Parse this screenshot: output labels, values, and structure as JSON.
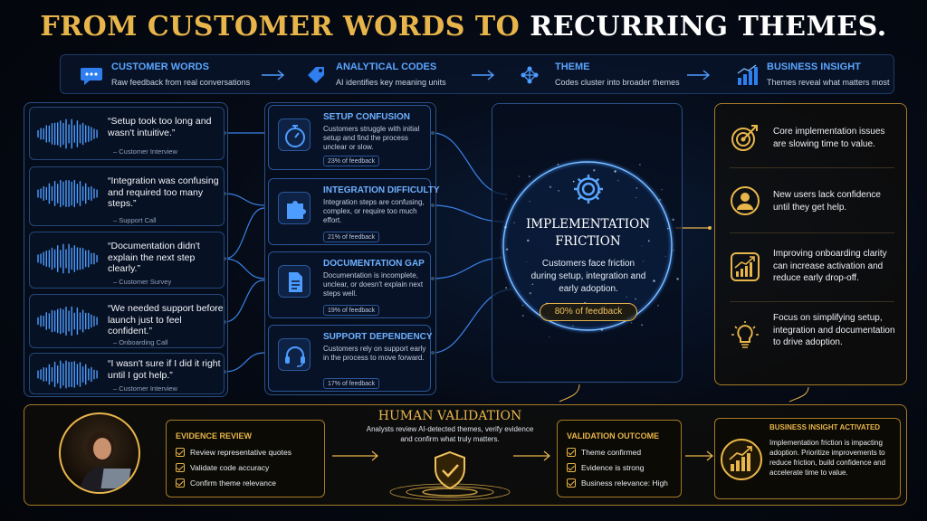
{
  "title": {
    "part1": "FROM CUSTOMER WORDS TO",
    "part2": "RECURRING THEMES."
  },
  "flow": [
    {
      "title": "CUSTOMER WORDS",
      "sub": "Raw feedback from real conversations",
      "icon": "chat-bubble-icon"
    },
    {
      "title": "ANALYTICAL CODES",
      "sub": "AI identifies key meaning units",
      "icon": "tag-icon"
    },
    {
      "title": "THEME",
      "sub": "Codes cluster into broader themes",
      "icon": "network-icon"
    },
    {
      "title": "BUSINESS INSIGHT",
      "sub": "Themes reveal what matters most",
      "icon": "bar-chart-icon"
    }
  ],
  "quotes": [
    {
      "text": "“Setup took too long and wasn't intuitive.”",
      "source": "– Customer Interview"
    },
    {
      "text": "“Integration was confusing and required too many steps.”",
      "source": "– Support Call"
    },
    {
      "text": "“Documentation didn't explain the next step clearly.”",
      "source": "– Customer Survey"
    },
    {
      "text": "“We needed support before launch just to feel confident.”",
      "source": "– Onboarding Call"
    },
    {
      "text": "“I wasn't sure if I did it right until I got help.”",
      "source": "– Customer Interview"
    }
  ],
  "codes": [
    {
      "title": "SETUP CONFUSION",
      "desc": "Customers struggle with initial setup and find the process unclear or slow.",
      "pct": "23% of feedback",
      "icon": "stopwatch-icon"
    },
    {
      "title": "INTEGRATION DIFFICULTY",
      "desc": "Integration steps are confusing, complex, or require too much effort.",
      "pct": "21% of feedback",
      "icon": "puzzle-icon"
    },
    {
      "title": "DOCUMENTATION GAP",
      "desc": "Documentation is incomplete, unclear, or doesn't explain next steps well.",
      "pct": "19% of feedback",
      "icon": "document-icon"
    },
    {
      "title": "SUPPORT DEPENDENCY",
      "desc": "Customers rely on support early in the process to move forward.",
      "pct": "17% of feedback",
      "icon": "headset-icon"
    }
  ],
  "theme": {
    "title_line1": "IMPLEMENTATION",
    "title_line2": "FRICTION",
    "desc": "Customers face friction during setup, integration and early adoption.",
    "pct": "80% of feedback",
    "icon": "gear-icon"
  },
  "insights": [
    {
      "text": "Core implementation issues are slowing time to value.",
      "icon": "target-icon"
    },
    {
      "text": "New users lack confidence until they get help.",
      "icon": "user-icon"
    },
    {
      "text": "Improving onboarding clarity can increase activation and reduce early drop-off.",
      "icon": "growth-chart-icon"
    },
    {
      "text": "Focus on simplifying setup, integration and documentation to drive adoption.",
      "icon": "lightbulb-icon"
    }
  ],
  "validation": {
    "title": "HUMAN VALIDATION",
    "desc": "Analysts review AI-detected themes, verify evidence and confirm what truly matters.",
    "icon": "shield-check-icon",
    "evidence_review": {
      "title": "EVIDENCE REVIEW",
      "items": [
        "Review representative quotes",
        "Validate code accuracy",
        "Confirm theme relevance"
      ]
    },
    "outcome": {
      "title": "VALIDATION OUTCOME",
      "items": [
        "Theme confirmed",
        "Evidence is strong",
        "Business relevance: High"
      ]
    },
    "activated": {
      "title": "BUSINESS INSIGHT ACTIVATED",
      "text": "Implementation friction is impacting adoption. Prioritize improvements to reduce friction, build confidence and accelerate time to value.",
      "icon": "growth-chart-icon"
    }
  },
  "colors": {
    "blue": "#4d9cff",
    "gold": "#e8b54a",
    "background": "#04070e"
  }
}
